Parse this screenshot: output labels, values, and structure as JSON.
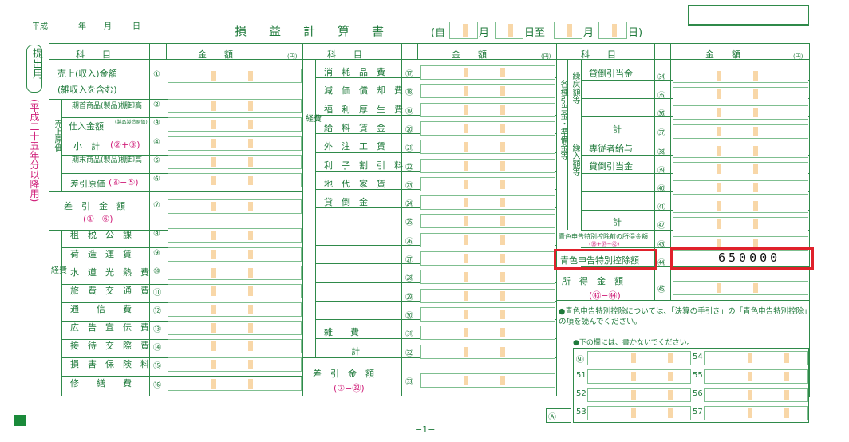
{
  "header": {
    "era": "平成",
    "year": "年",
    "month": "月",
    "day": "日",
    "title": "損益計算書",
    "period_from": "(自",
    "period_month1": "月",
    "period_day1": "日至",
    "period_month2": "月",
    "period_day2": "日)"
  },
  "side": {
    "submit": "提出用",
    "note": "(平成二十五年分以降用)"
  },
  "cols": {
    "kamoku": "科　　目",
    "kingaku": "金　　額",
    "unit": "(円)"
  },
  "col1": {
    "sales": "売上(収入)金額",
    "sales_sub": "(雑収入を含む)",
    "group_cost": "売上原価",
    "opening": "期首商品(製品)棚卸高",
    "purchase": "仕入金額",
    "purchase_sub": "(製品製造原価)",
    "subtotal": "小　計",
    "subtotal_f": "(②+③)",
    "closing": "期末商品(製品)棚卸高",
    "cogs": "差引原価",
    "cogs_f": "(④−⑤)",
    "gross": "差　引　金　額",
    "gross_f": "(①−⑥)",
    "group_exp": "経費",
    "exp": [
      "租　税　公　課",
      "荷　造　運　賃",
      "水　道　光　熱　費",
      "旅　費　交　通　費",
      "通　　信　　費",
      "広　告　宣　伝　費",
      "接　待　交　際　費",
      "損　害　保　険　料",
      "修　　繕　　費"
    ]
  },
  "col2": {
    "group": "経費",
    "items": [
      "消　耗　品　費",
      "減　価　償　却　費",
      "福　利　厚　生　費",
      "給　料　賃　金",
      "外　注　工　賃",
      "利　子　割　引　料",
      "地　代　家　賃",
      "貸　倒　金",
      "",
      "",
      "",
      "",
      "",
      "",
      "雑　　費",
      "計"
    ],
    "net": "差　引　金　額",
    "net_f": "(⑦−㉜)"
  },
  "col3": {
    "group1": "各種引当金・準備金等",
    "sub1": "繰戻額等",
    "sub2": "繰入額等",
    "bad_debt1": "貸倒引当金",
    "total1": "計",
    "family": "専従者給与",
    "bad_debt2": "貸倒引当金",
    "total2": "計",
    "pre_income": "青色申告特別控除前の所得金額",
    "pre_income_f": "(㉝+㊲−㊷)",
    "blue_deduction": "青色申告特別控除額",
    "blue_value": "650000",
    "income": "所　得　金　額",
    "income_f": "(㊸−㊹)",
    "notice": "●青色申告特別控除については、「決算の手引き」の「青色申告特別控除」の項を読んでください。",
    "office_only": "●下の欄には、書かないでください。",
    "code_a": "Ⓐ"
  },
  "nums": {
    "c1": [
      "①",
      "②",
      "③",
      "④",
      "⑤",
      "⑥",
      "⑦",
      "⑧",
      "⑨",
      "⑩",
      "⑪",
      "⑫",
      "⑬",
      "⑭",
      "⑮",
      "⑯"
    ],
    "c2": [
      "⑰",
      "⑱",
      "⑲",
      "⑳",
      "㉑",
      "㉒",
      "㉓",
      "㉔",
      "㉕",
      "㉖",
      "㉗",
      "㉘",
      "㉙",
      "㉚",
      "㉛",
      "㉜",
      "㉝"
    ],
    "c3": [
      "㉞",
      "㉟",
      "㊱",
      "㊲",
      "㊳",
      "㊴",
      "㊵",
      "㊶",
      "㊷",
      "㊸",
      "㊹",
      "㊺"
    ],
    "office_l": [
      "㊿",
      "51",
      "52",
      "53"
    ],
    "office_r": [
      "54",
      "55",
      "56",
      "57"
    ]
  },
  "footer": {
    "page": "−1−"
  }
}
